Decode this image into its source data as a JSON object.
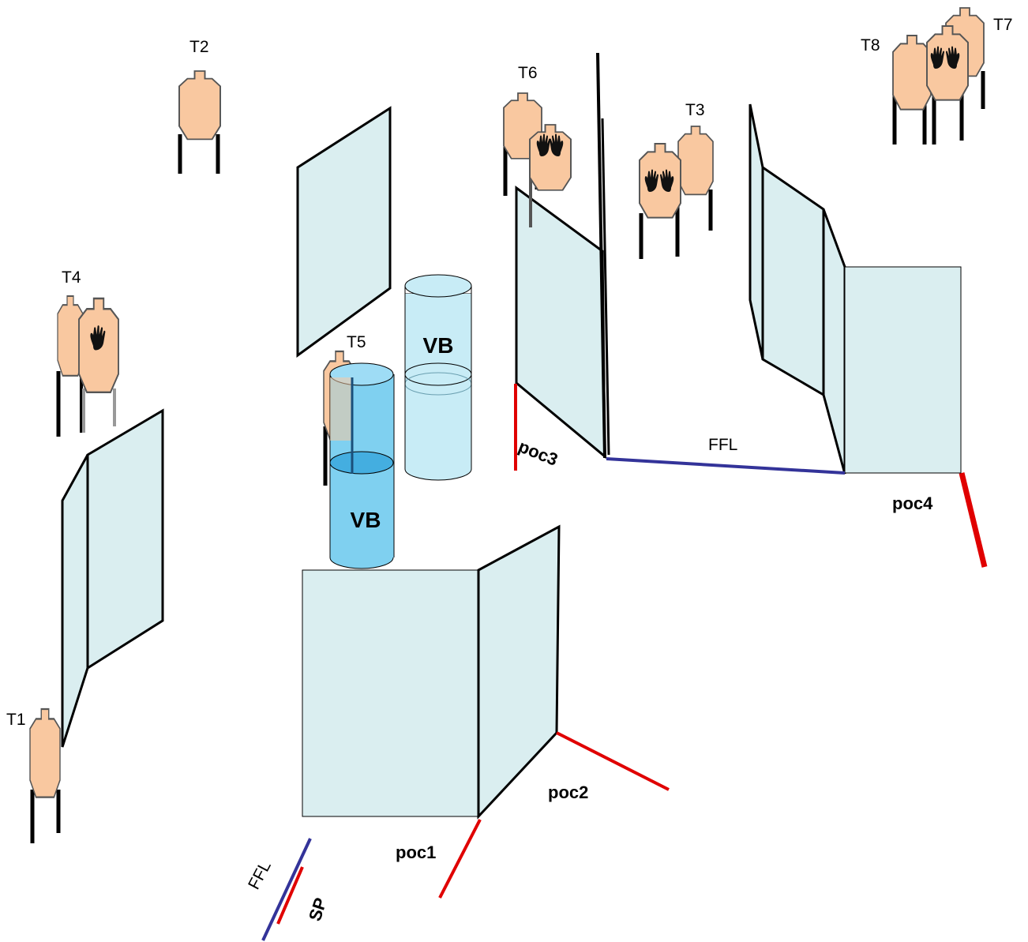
{
  "colors": {
    "panel_fill": "#daeef0",
    "panel_stroke": "#000000",
    "target_fill": "#f9c8a0",
    "target_stroke": "#555555",
    "barrel_dark": "#7fd0f0",
    "barrel_light": "#c8ecf6",
    "poc_line": "#e00000",
    "ffl_line": "#333399"
  },
  "targets": {
    "t1": "T1",
    "t2": "T2",
    "t3": "T3",
    "t4": "T4",
    "t5": "T5",
    "t6": "T6",
    "t7": "T7",
    "t8": "T8"
  },
  "barrels": {
    "front": "VB",
    "back": "VB"
  },
  "points_of_contact": {
    "poc1": "poc1",
    "poc2": "poc2",
    "poc3": "poc3",
    "poc4": "poc4"
  },
  "fault_lines": {
    "bottom": "FFL",
    "right": "FFL"
  },
  "start_position": "SP"
}
